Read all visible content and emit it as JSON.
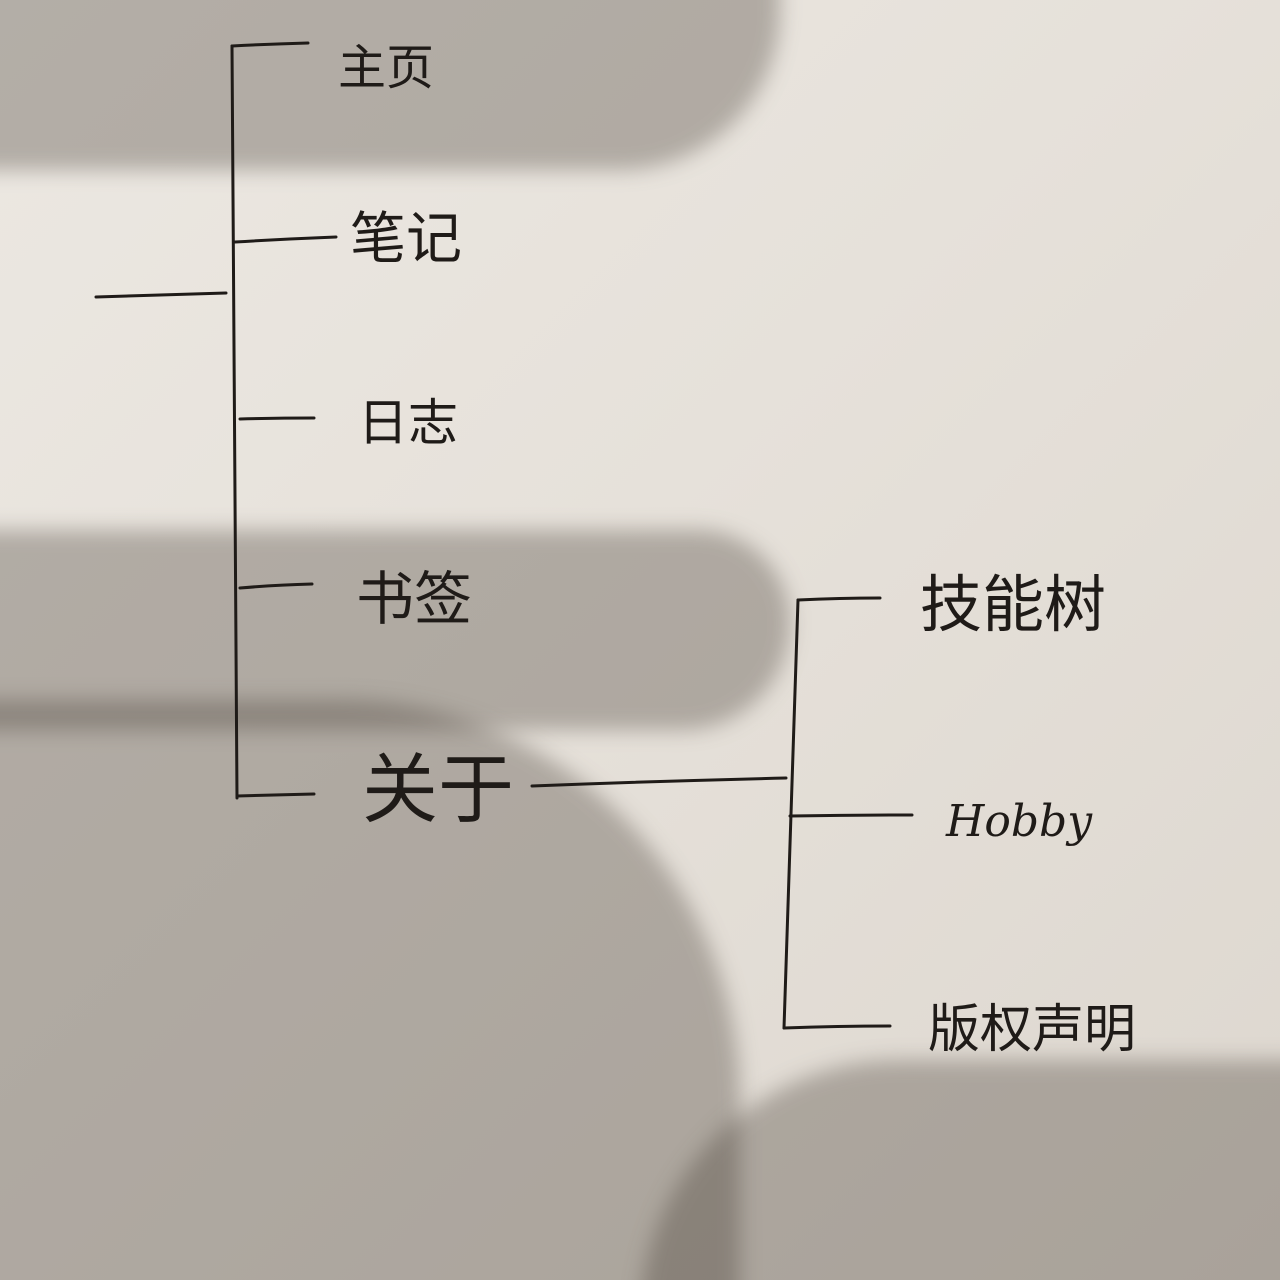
{
  "tree": {
    "root": {
      "children": [
        {
          "label": "主页"
        },
        {
          "label": "笔记"
        },
        {
          "label": "日志"
        },
        {
          "label": "书签"
        },
        {
          "label": "关于",
          "children": [
            {
              "label": "技能树"
            },
            {
              "label": "Hobby"
            },
            {
              "label": "版权声明"
            }
          ]
        }
      ]
    }
  },
  "colors": {
    "ink": "#1f1b18",
    "paper": "#e8e4de",
    "shadow": "#463e34"
  }
}
